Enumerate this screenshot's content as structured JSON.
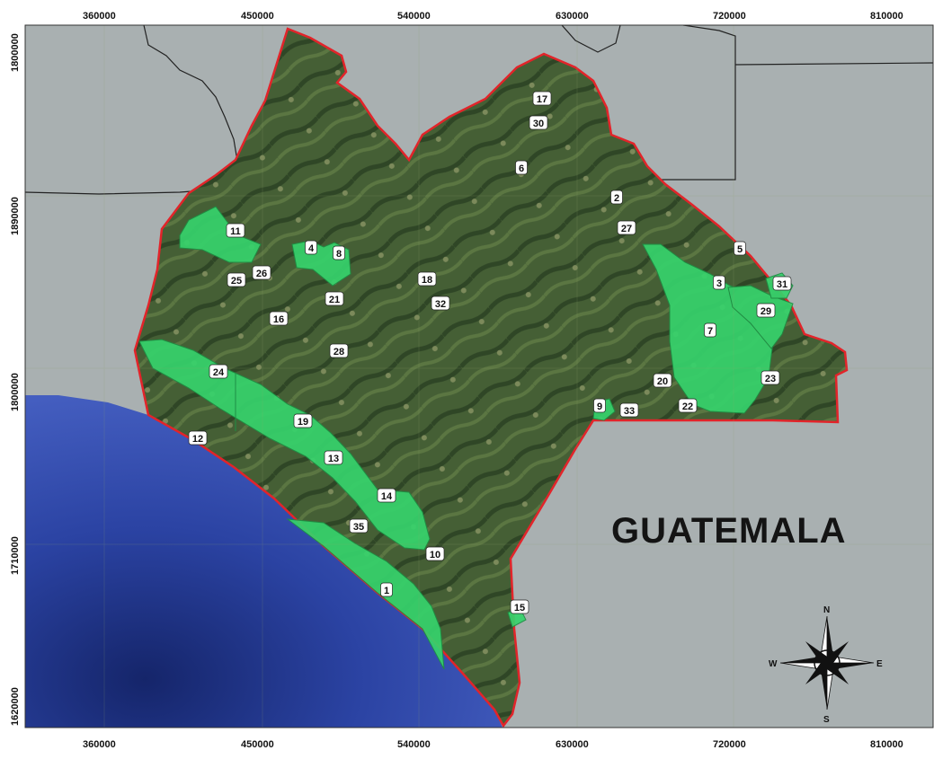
{
  "x_ticks": [
    "360000",
    "450000",
    "540000",
    "630000",
    "720000",
    "810000"
  ],
  "y_ticks": [
    "1800000",
    "1890000",
    "1800000",
    "1710000",
    "1620000"
  ],
  "country_label": "GUATEMALA",
  "compass": {
    "n": "N",
    "s": "S",
    "e": "E",
    "w": "W"
  },
  "areas": [
    "17",
    "30",
    "6",
    "2",
    "27",
    "5",
    "3",
    "31",
    "29",
    "7",
    "11",
    "4",
    "8",
    "25",
    "26",
    "21",
    "18",
    "32",
    "16",
    "28",
    "24",
    "20",
    "22",
    "9",
    "33",
    "23",
    "12",
    "19",
    "13",
    "14",
    "35",
    "10",
    "1",
    "15"
  ],
  "colors": {
    "land": "#425c33",
    "ocean": "#2e47a0",
    "neighbor": "#a9b0b1",
    "protected": "#36d36c",
    "boundary": "#e2242a"
  }
}
